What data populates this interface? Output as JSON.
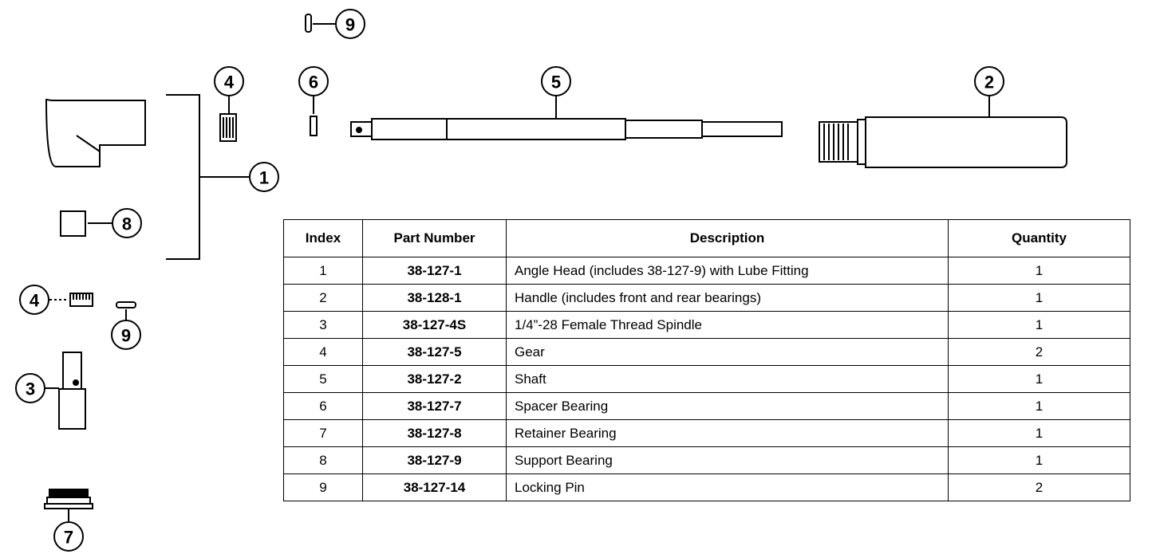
{
  "callouts": {
    "pin_top": "9",
    "gear_top": "4",
    "spacer_top": "6",
    "shaft": "5",
    "handle": "2",
    "angle_head": "1",
    "support_bearing": "8",
    "gear_left": "4",
    "pin_left": "9",
    "spindle": "3",
    "retainer": "7"
  },
  "table": {
    "headers": {
      "index": "Index",
      "part_number": "Part Number",
      "description": "Description",
      "quantity": "Quantity"
    },
    "rows": [
      {
        "index": "1",
        "part_number": "38-127-1",
        "description": "Angle Head (includes 38-127-9) with Lube Fitting",
        "quantity": "1"
      },
      {
        "index": "2",
        "part_number": "38-128-1",
        "description": "Handle (includes front and rear bearings)",
        "quantity": "1"
      },
      {
        "index": "3",
        "part_number": "38-127-4S",
        "description": "1/4”-28 Female Thread Spindle",
        "quantity": "1"
      },
      {
        "index": "4",
        "part_number": "38-127-5",
        "description": "Gear",
        "quantity": "2"
      },
      {
        "index": "5",
        "part_number": "38-127-2",
        "description": "Shaft",
        "quantity": "1"
      },
      {
        "index": "6",
        "part_number": "38-127-7",
        "description": "Spacer Bearing",
        "quantity": "1"
      },
      {
        "index": "7",
        "part_number": "38-127-8",
        "description": "Retainer Bearing",
        "quantity": "1"
      },
      {
        "index": "8",
        "part_number": "38-127-9",
        "description": "Support Bearing",
        "quantity": "1"
      },
      {
        "index": "9",
        "part_number": "38-127-14",
        "description": "Locking Pin",
        "quantity": "2"
      }
    ]
  }
}
